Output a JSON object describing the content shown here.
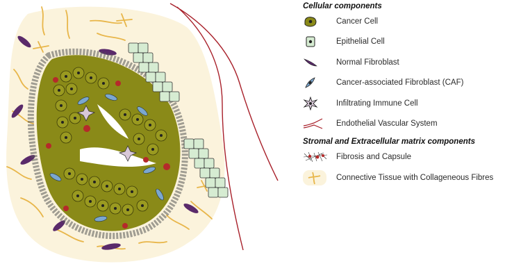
{
  "legend": {
    "cellular_heading": "Cellular components",
    "cellular_items": [
      {
        "label": "Cancer Cell",
        "icon": "cancer-cell-icon",
        "color": "#8a8a18"
      },
      {
        "label": "Epithelial Cell",
        "icon": "epithelial-cell-icon",
        "color": "#d6ecd2"
      },
      {
        "label": "Normal Fibroblast",
        "icon": "normal-fibroblast-icon",
        "color": "#5a2a6a"
      },
      {
        "label": "Cancer-associated Fibroblast (CAF)",
        "icon": "caf-icon",
        "color": "#7ba7cf"
      },
      {
        "label": "Infiltrating Immune Cell",
        "icon": "immune-cell-icon",
        "color": "#d8c8d8"
      },
      {
        "label": "Endothelial Vascular System",
        "icon": "vascular-system-icon",
        "color": "#a8202a"
      }
    ],
    "stromal_heading": "Stromal and Extracellular matrix components",
    "stromal_items": [
      {
        "label": "Fibrosis and Capsule",
        "icon": "fibrosis-capsule-icon",
        "color": "#b52a2a"
      },
      {
        "label": "Connective Tissue with Collageneous Fibres",
        "icon": "collagen-fibre-icon",
        "color": "#e8b64a"
      }
    ]
  },
  "colors": {
    "stroma_background": "#fbf3dc",
    "cancer_cell": "#8a8a18",
    "epithelial_cell": "#d6ecd2",
    "fibroblast": "#5a2a6a",
    "caf": "#7ba7cf",
    "fibrosis": "#b52a2a",
    "collagen": "#e8b64a",
    "vessel": "#a8202a"
  }
}
